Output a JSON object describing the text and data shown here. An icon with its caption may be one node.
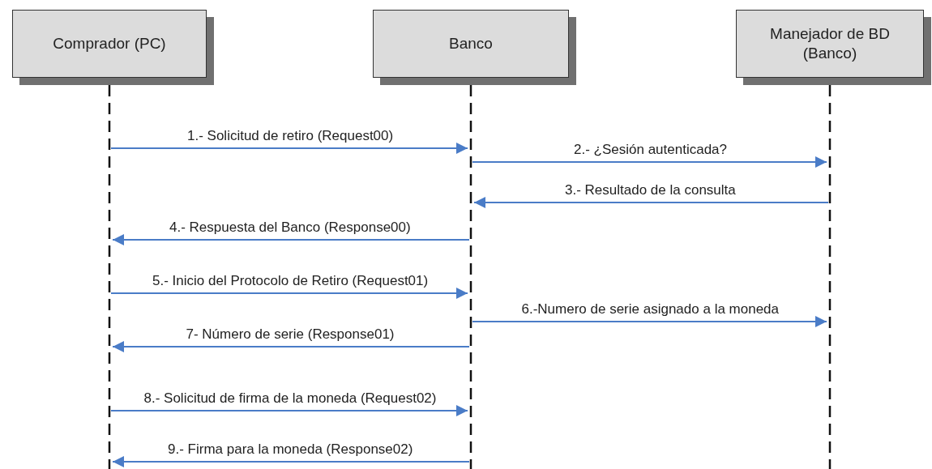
{
  "diagram": {
    "nodes": [
      {
        "text": [
          "Comprador (PC)"
        ]
      },
      {
        "text": [
          "Banco"
        ]
      },
      {
        "text": [
          "Manejador de BD (Banco)"
        ]
      }
    ],
    "edges": [
      {
        "from": 0,
        "to": 1,
        "arrow": "to",
        "label": "1.- Solicitud de retiro (Request00)"
      },
      {
        "from": 1,
        "to": 2,
        "arrow": "to",
        "label": "2.- ¿Sesión autenticada?"
      },
      {
        "from": 2,
        "to": 1,
        "arrow": "to",
        "label": "3.- Resultado de la consulta"
      },
      {
        "from": 1,
        "to": 0,
        "arrow": "to",
        "label": "4.- Respuesta del Banco (Response00)"
      },
      {
        "from": 0,
        "to": 1,
        "arrow": "to",
        "label": "5.- Inicio del Protocolo de Retiro (Request01)"
      },
      {
        "from": 1,
        "to": 2,
        "arrow": "to",
        "label": "6.-Numero de serie asignado a la moneda"
      },
      {
        "from": 1,
        "to": 0,
        "arrow": "to",
        "label": "7- Número de serie (Response01)"
      },
      {
        "from": 0,
        "to": 1,
        "arrow": "to",
        "label": "8.- Solicitud de firma de la moneda (Request02)"
      },
      {
        "from": 1,
        "to": 0,
        "arrow": "to",
        "label": "9.- Firma para la moneda (Response02)"
      }
    ]
  }
}
